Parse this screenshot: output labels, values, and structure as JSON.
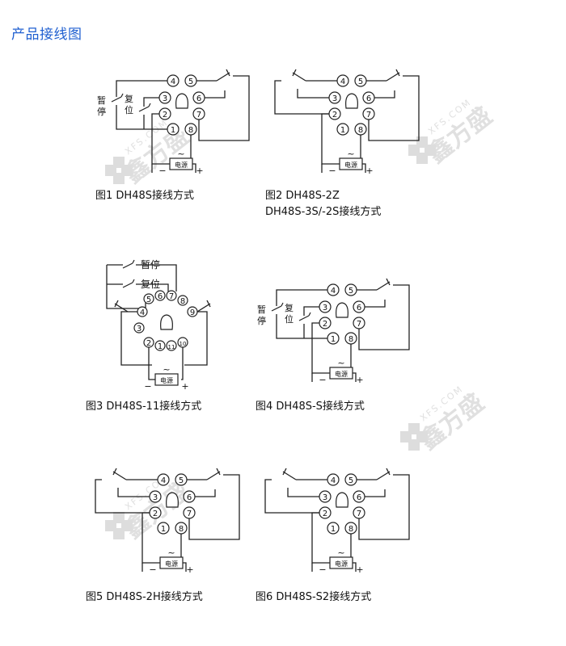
{
  "page_title": "产品接线图",
  "labels": {
    "pause": "暂停",
    "reset": "复位",
    "power": "电源",
    "power_side": "电源",
    "ac": "~",
    "minus": "−",
    "plus": "+"
  },
  "figures": [
    {
      "caption": [
        "图1 DH48S接线方式"
      ],
      "type": "std",
      "pins": [
        "1",
        "2",
        "3",
        "4",
        "5",
        "6",
        "7",
        "8"
      ]
    },
    {
      "caption": [
        "图2  DH48S-2Z",
        "DH48S-3S/-2S接线方式"
      ],
      "type": "std",
      "pins": [
        "1",
        "2",
        "3",
        "4",
        "5",
        "6",
        "7",
        "8"
      ]
    },
    {
      "caption": [
        "图3 DH48S-11接线方式"
      ],
      "type": "eleven",
      "pins": [
        "1",
        "2",
        "3",
        "4",
        "5",
        "6",
        "7",
        "8",
        "9",
        "10",
        "11"
      ]
    },
    {
      "caption": [
        "图4 DH48S-S接线方式"
      ],
      "type": "std",
      "pins": [
        "1",
        "2",
        "3",
        "4",
        "5",
        "6",
        "7",
        "8"
      ]
    },
    {
      "caption": [
        "图5 DH48S-2H接线方式"
      ],
      "type": "std",
      "pins": [
        "1",
        "2",
        "3",
        "4",
        "5",
        "6",
        "7",
        "8"
      ]
    },
    {
      "caption": [
        "图6 DH48S-S2接线方式"
      ],
      "type": "std",
      "pins": [
        "1",
        "2",
        "3",
        "4",
        "5",
        "6",
        "7",
        "8"
      ]
    }
  ],
  "watermark": {
    "text": "鑫方盛",
    "url": "XFS.COM",
    "color": "#dddddd"
  },
  "colors": {
    "title": "#1f5fd0",
    "line": "#222222"
  }
}
